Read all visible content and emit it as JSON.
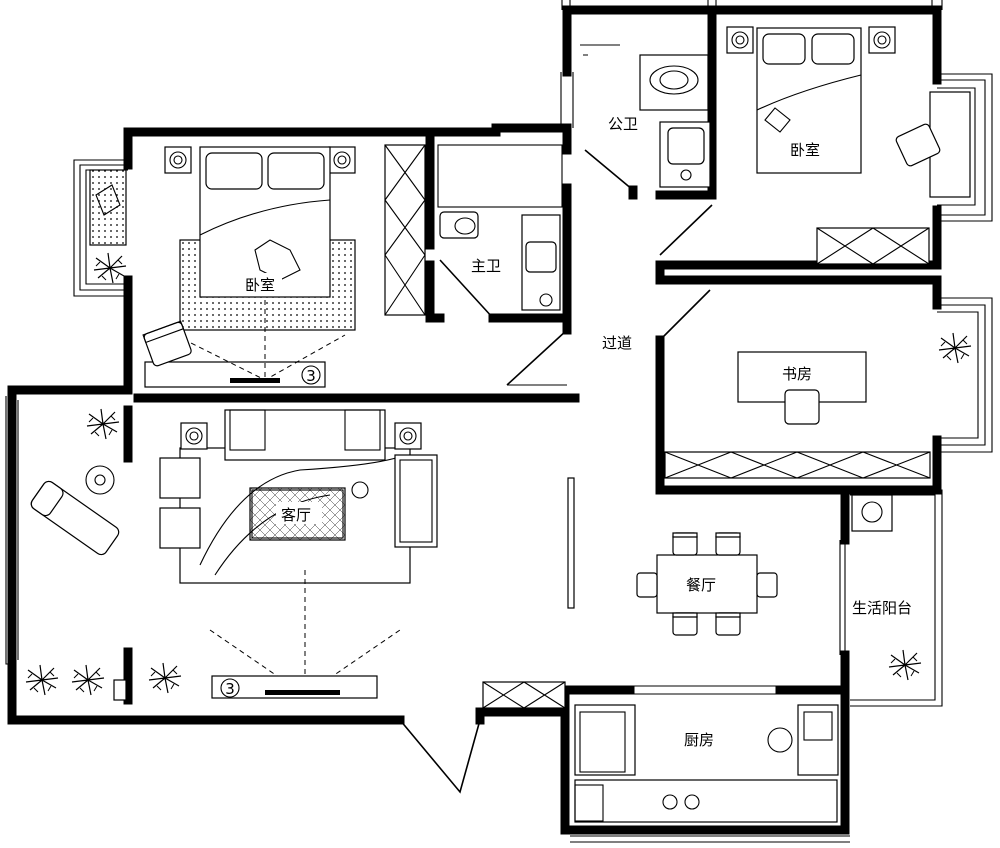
{
  "rooms": {
    "public_bath": "公卫",
    "bedroom_upper_right": "卧室",
    "bedroom_left": "卧室",
    "master_bath": "主卫",
    "corridor": "过道",
    "study": "书房",
    "living_room": "客厅",
    "dining_room": "餐厅",
    "utility_balcony": "生活阳台",
    "kitchen": "厨房"
  },
  "tv_markers": {
    "bedroom_tv": "3",
    "living_tv": "3"
  },
  "colors": {
    "wall": "#000000",
    "background": "#ffffff"
  }
}
